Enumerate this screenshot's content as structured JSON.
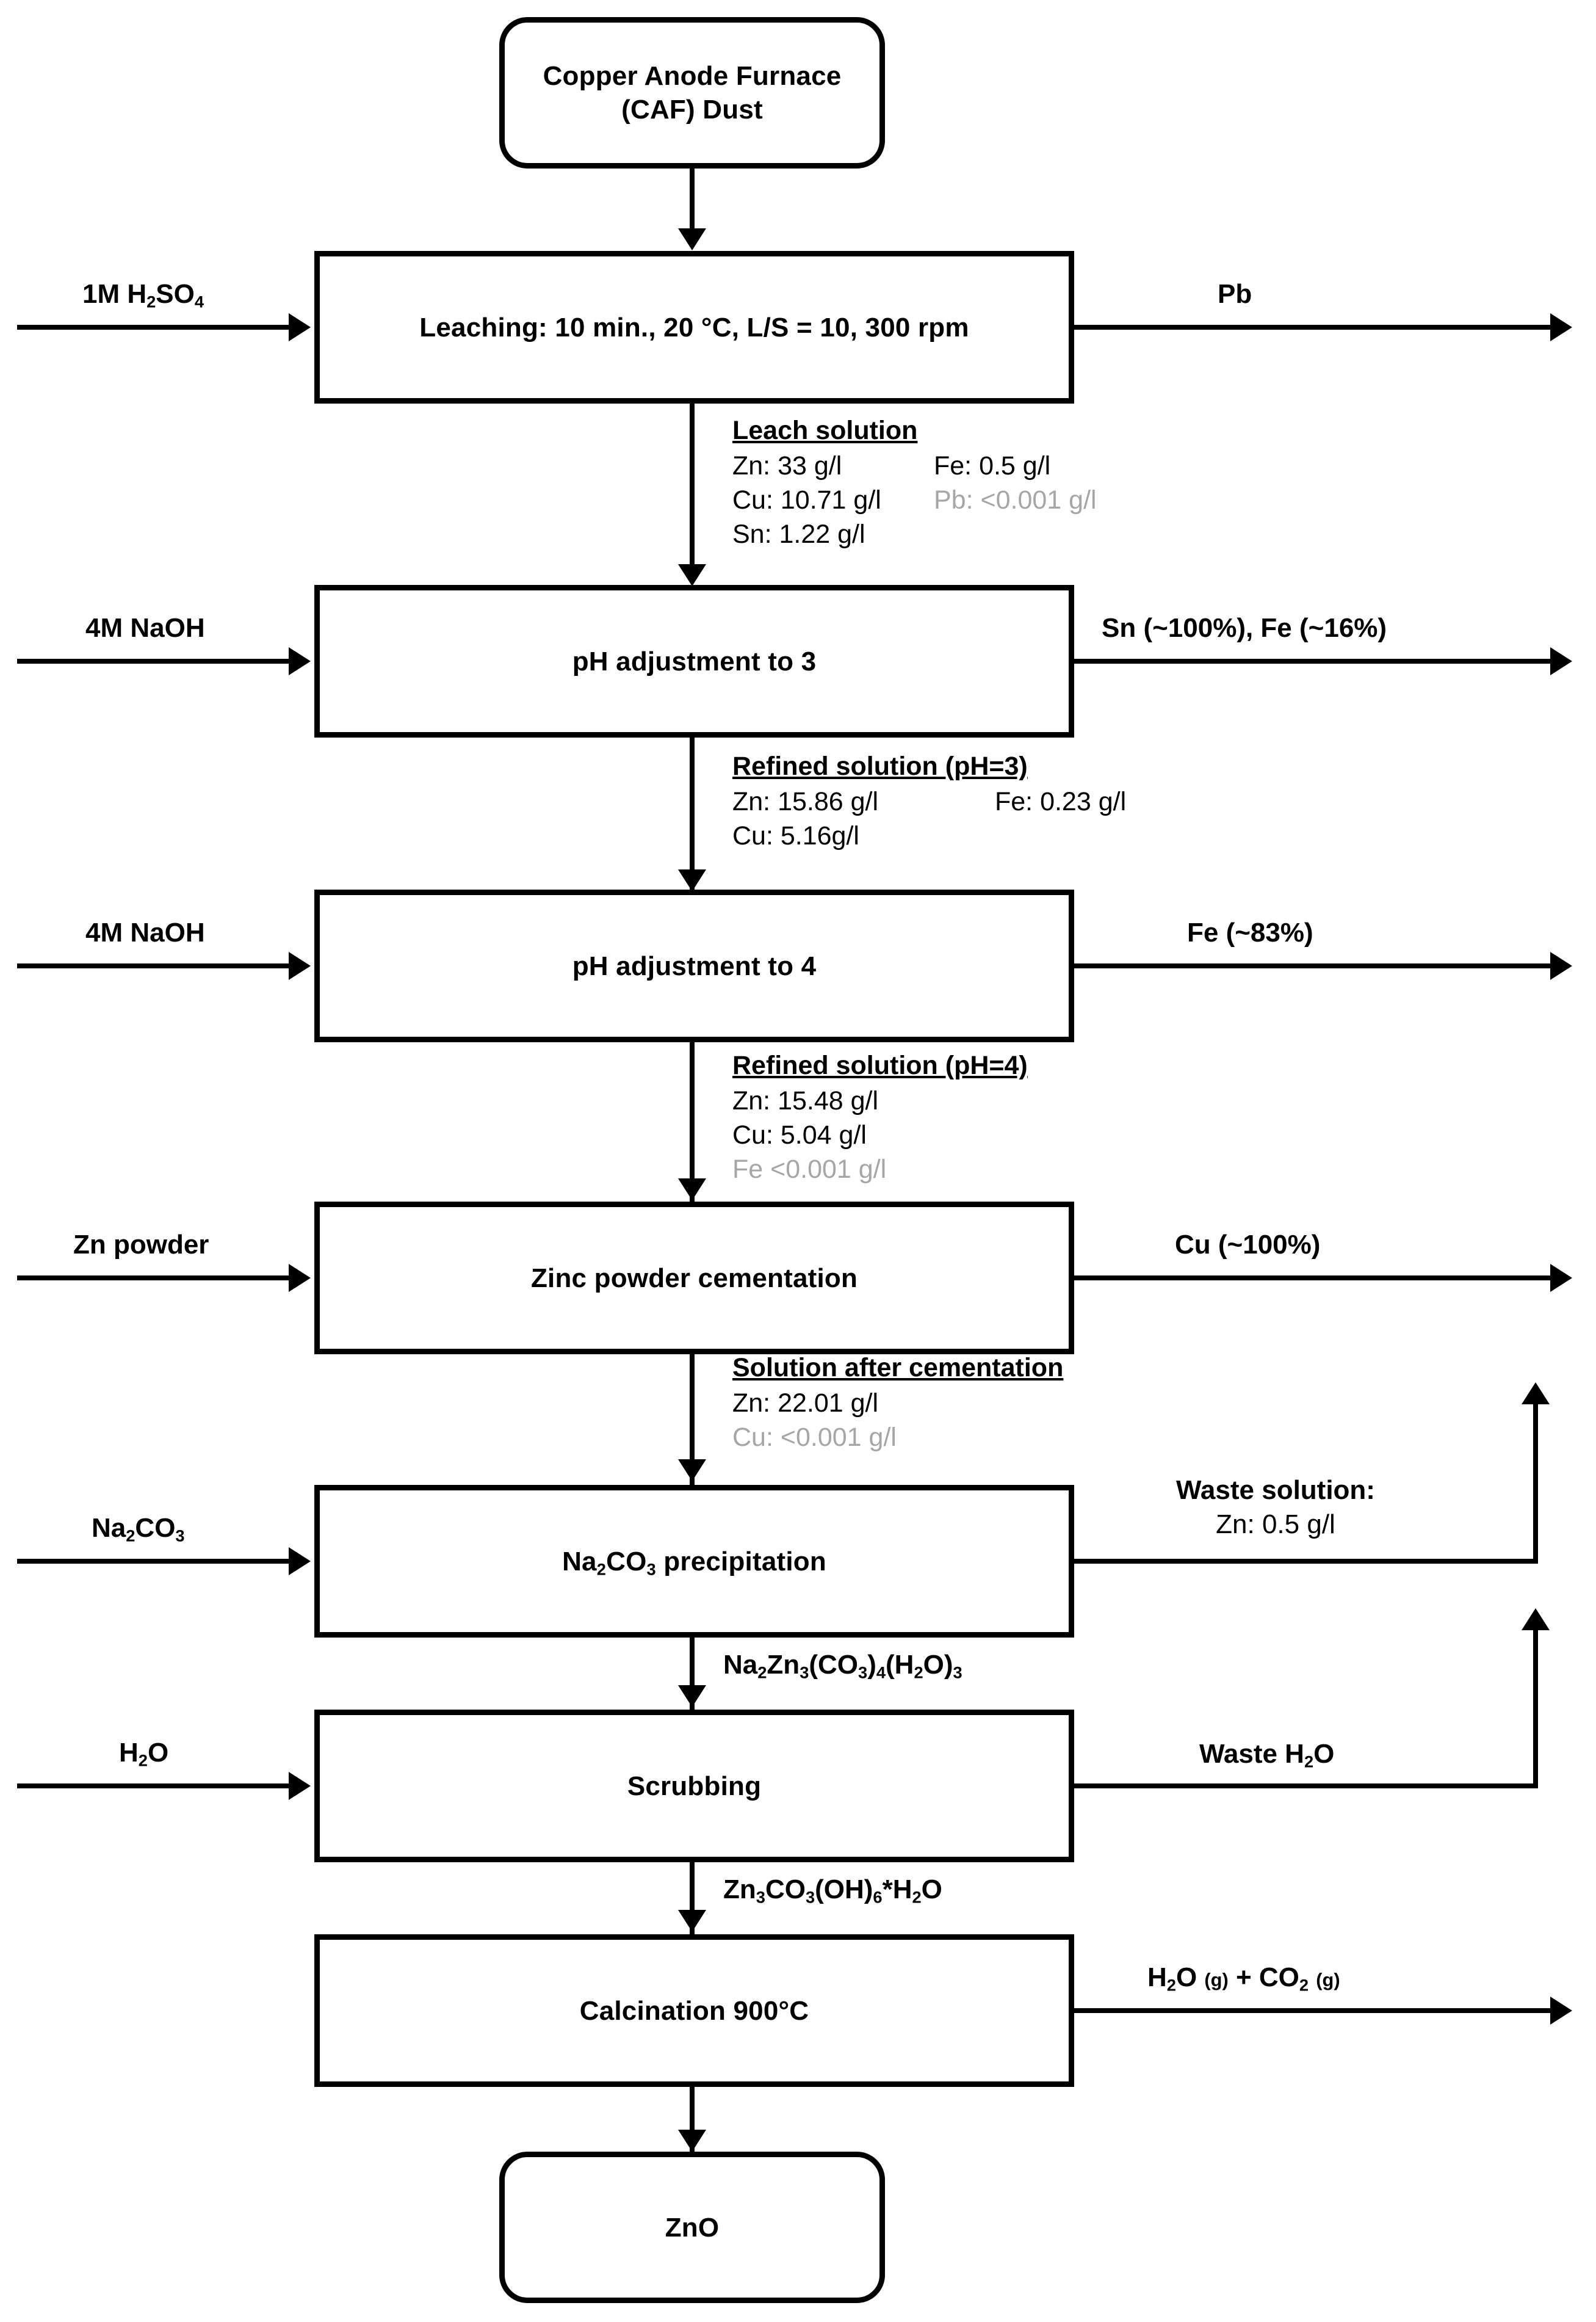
{
  "diagram": {
    "title": "CAF dust hydrometallurgical ZnO recovery flowsheet",
    "accent_color": "#000000",
    "muted_color": "#a6a6a6"
  },
  "nodes": {
    "start": {
      "label_line1": "Copper Anode Furnace",
      "label_line2": "(CAF) Dust",
      "shape": "terminator"
    },
    "leaching": {
      "label": "Leaching: 10 min., 20 °C, L/S = 10, 300 rpm",
      "shape": "process"
    },
    "ph3": {
      "label": "pH adjustment to 3",
      "shape": "process"
    },
    "ph4": {
      "label": "pH adjustment to 4",
      "shape": "process"
    },
    "cementation": {
      "label": "Zinc powder cementation",
      "shape": "process"
    },
    "precipitation": {
      "label_html": "Na<sub>2</sub>CO<sub>3</sub> precipitation",
      "shape": "process"
    },
    "scrubbing": {
      "label": "Scrubbing",
      "shape": "process"
    },
    "calcination": {
      "label": "Calcination 900°C",
      "shape": "process"
    },
    "product": {
      "label": "ZnO",
      "shape": "terminator"
    }
  },
  "inputs": {
    "acid": {
      "label_html": "1M H<sub>2</sub>SO<sub>4</sub>"
    },
    "naoh_ph3": {
      "label": "4M NaOH"
    },
    "naoh_ph4": {
      "label": "4M NaOH"
    },
    "zn_powder": {
      "label": "Zn powder"
    },
    "soda": {
      "label_html": "Na<sub>2</sub>CO<sub>3</sub>"
    },
    "water": {
      "label_html": "H<sub>2</sub>O"
    }
  },
  "outputs": {
    "pb": {
      "label": "Pb"
    },
    "sn_fe": {
      "label": "Sn (~100%), Fe (~16%)"
    },
    "fe": {
      "label": "Fe (~83%)"
    },
    "cu": {
      "label": "Cu (~100%)"
    },
    "waste_solution": {
      "title": "Waste solution:",
      "value": "Zn: 0.5 g/l"
    },
    "waste_water": {
      "label_html": "Waste H<sub>2</sub>O"
    },
    "gases": {
      "label_html": "H<sub>2</sub>O <span class=\"sm\">(g)</span> + CO<sub>2</sub> <span class=\"sm\">(g)</span>"
    }
  },
  "streams": {
    "leach_solution": {
      "header": "Leach solution",
      "rows": [
        {
          "left": "Zn: 33 g/l",
          "right": "Fe: 0.5 g/l",
          "right_muted": false
        },
        {
          "left": "Cu: 10.71 g/l",
          "right": "Pb: <0.001 g/l",
          "right_muted": true
        },
        {
          "left": "Sn: 1.22 g/l",
          "right": "",
          "right_muted": false
        }
      ]
    },
    "refined_ph3": {
      "header": "Refined solution (pH=3)",
      "rows": [
        {
          "left": "Zn: 15.86 g/l",
          "right": "Fe: 0.23 g/l",
          "right_muted": false
        },
        {
          "left": "Cu: 5.16g/l",
          "right": "",
          "right_muted": false
        }
      ]
    },
    "refined_ph4": {
      "header": "Refined solution (pH=4)",
      "rows": [
        {
          "left": "Zn: 15.48 g/l",
          "muted": false
        },
        {
          "left": "Cu: 5.04 g/l",
          "muted": false
        },
        {
          "left": "Fe <0.001 g/l",
          "muted": true
        }
      ]
    },
    "after_cementation": {
      "header": "Solution after cementation",
      "rows": [
        {
          "left": "Zn: 22.01 g/l",
          "muted": false
        },
        {
          "left": "Cu: <0.001 g/l",
          "muted": true
        }
      ]
    },
    "precipitate": {
      "label_html": "Na<sub>2</sub>Zn<sub>3</sub>(CO<sub>3</sub>)<sub>4</sub>(H<sub>2</sub>O)<sub>3</sub>"
    },
    "scrubbed": {
      "label_html": "Zn<sub>3</sub>CO<sub>3</sub>(OH)<sub>6</sub>*H<sub>2</sub>O"
    }
  }
}
